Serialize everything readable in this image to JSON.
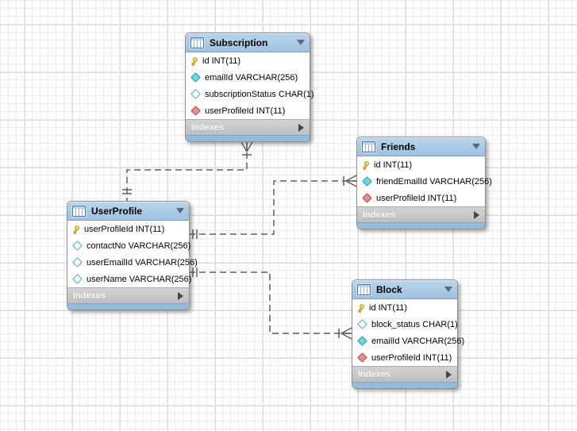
{
  "tables": [
    {
      "name": "Subscription",
      "footer_label": "Indexes",
      "fields": [
        {
          "icon": "primary-key",
          "label": "id INT(11)"
        },
        {
          "icon": "column-not-null",
          "label": "emailId VARCHAR(256)"
        },
        {
          "icon": "column-nullable",
          "label": "subscriptionStatus CHAR(1)"
        },
        {
          "icon": "foreign-key",
          "label": "userProfileId INT(11)"
        }
      ]
    },
    {
      "name": "Friends",
      "footer_label": "Indexes",
      "fields": [
        {
          "icon": "primary-key",
          "label": "id INT(11)"
        },
        {
          "icon": "column-not-null",
          "label": "friendEmailId VARCHAR(256)"
        },
        {
          "icon": "foreign-key",
          "label": "userProfileId INT(11)"
        }
      ]
    },
    {
      "name": "UserProfile",
      "footer_label": "Indexes",
      "fields": [
        {
          "icon": "primary-key",
          "label": "userProfileId INT(11)"
        },
        {
          "icon": "column-nullable",
          "label": "contactNo VARCHAR(256)"
        },
        {
          "icon": "column-nullable",
          "label": "userEmailId VARCHAR(256)"
        },
        {
          "icon": "column-nullable",
          "label": "userName VARCHAR(256)"
        }
      ]
    },
    {
      "name": "Block",
      "footer_label": "Indexes",
      "fields": [
        {
          "icon": "primary-key",
          "label": "id INT(11)"
        },
        {
          "icon": "column-nullable",
          "label": "block_status CHAR(1)"
        },
        {
          "icon": "column-not-null",
          "label": "emailId VARCHAR(256)"
        },
        {
          "icon": "foreign-key",
          "label": "userProfileId INT(11)"
        }
      ]
    }
  ],
  "relationships": [
    {
      "one_side": "UserProfile",
      "many_side": "Subscription",
      "type": "non-identifying",
      "line_style": "dashed",
      "cardinality": "1:n"
    },
    {
      "one_side": "UserProfile",
      "many_side": "Friends",
      "type": "non-identifying",
      "line_style": "dashed",
      "cardinality": "1:n"
    },
    {
      "one_side": "UserProfile",
      "many_side": "Block",
      "type": "non-identifying",
      "line_style": "dashed",
      "cardinality": "1:n"
    }
  ],
  "colors": {
    "table_header_blue": "#a9c8e4",
    "table_footer_gray": "#c8c8c8",
    "table_bottom_strip": "#92bcdc",
    "connector_gray": "#5e5e5e",
    "primary_key_icon": "#ffd42a",
    "not_null_column_icon": "#6fd6e2",
    "nullable_column_icon": "#ffffff",
    "foreign_key_icon": "#e98c8c"
  }
}
